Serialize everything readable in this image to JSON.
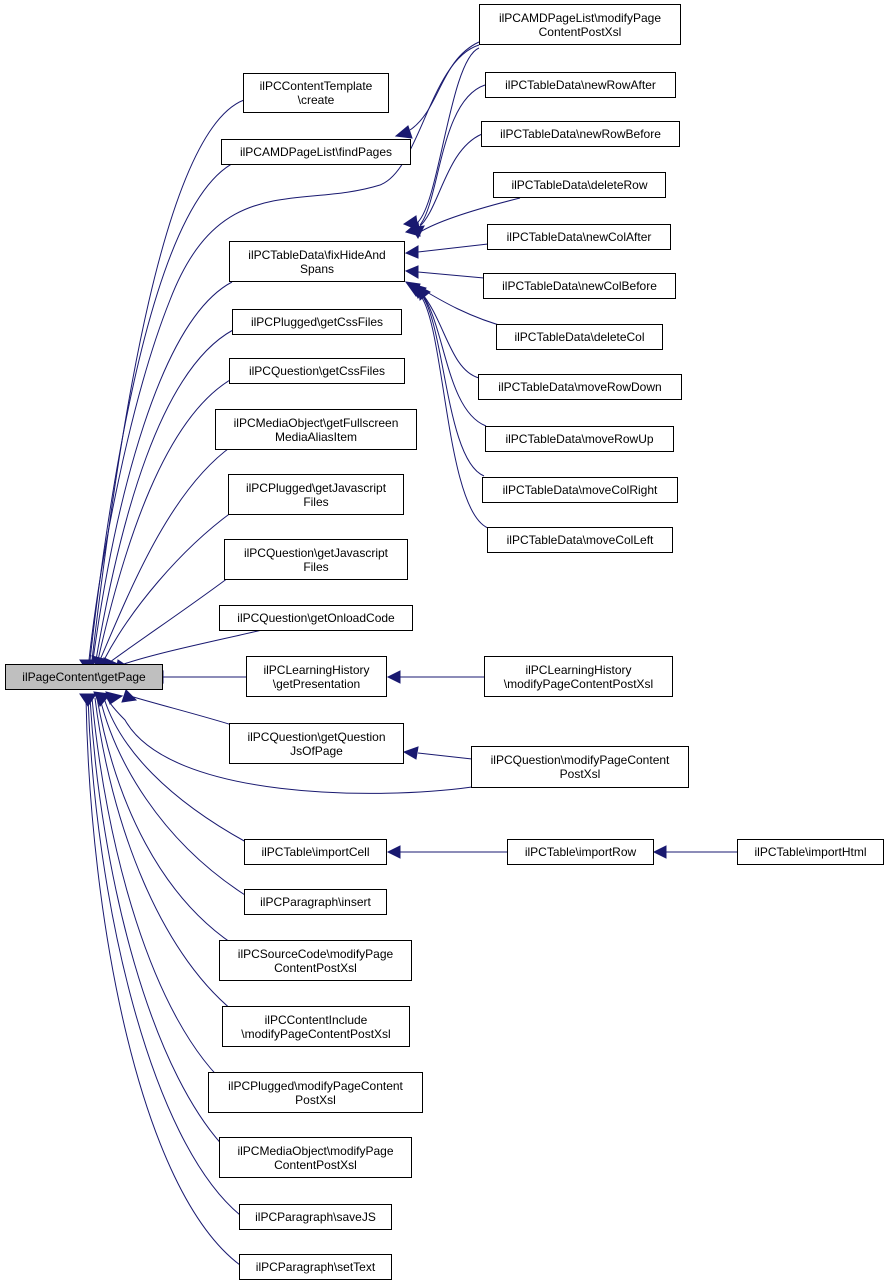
{
  "diagram": {
    "type": "call-graph",
    "edge_color": "#191970",
    "root_fill": "#bfbfbf",
    "nodes": {
      "root": "ilPageContent\\getPage",
      "ct_create": "ilPCContentTemplate\n\\create",
      "amd_find": "ilPCAMDPageList\\findPages",
      "fixhide": "ilPCTableData\\fixHideAnd\nSpans",
      "plugged_css": "ilPCPlugged\\getCssFiles",
      "question_css": "ilPCQuestion\\getCssFiles",
      "media_full": "ilPCMediaObject\\getFullscreen\nMediaAliasItem",
      "plugged_js": "ilPCPlugged\\getJavascript\nFiles",
      "question_js": "ilPCQuestion\\getJavascript\nFiles",
      "question_onload": "ilPCQuestion\\getOnloadCode",
      "lh_getpres": "ilPCLearningHistory\n\\getPresentation",
      "question_jsofpage": "ilPCQuestion\\getQuestion\nJsOfPage",
      "table_importcell": "ilPCTable\\importCell",
      "para_insert": "ilPCParagraph\\insert",
      "source_modify": "ilPCSourceCode\\modifyPage\nContentPostXsl",
      "ci_modify": "ilPCContentInclude\n\\modifyPageContentPostXsl",
      "plugged_modify": "ilPCPlugged\\modifyPageContent\nPostXsl",
      "media_modify": "ilPCMediaObject\\modifyPage\nContentPostXsl",
      "para_savejs": "ilPCParagraph\\saveJS",
      "para_settext": "ilPCParagraph\\setText",
      "amd_modify": "ilPCAMDPageList\\modifyPage\nContentPostXsl",
      "td_newrowafter": "ilPCTableData\\newRowAfter",
      "td_newrowbefore": "ilPCTableData\\newRowBefore",
      "td_deleterow": "ilPCTableData\\deleteRow",
      "td_newcolafter": "ilPCTableData\\newColAfter",
      "td_newcolbefore": "ilPCTableData\\newColBefore",
      "td_deletecol": "ilPCTableData\\deleteCol",
      "td_moverowdown": "ilPCTableData\\moveRowDown",
      "td_moverowup": "ilPCTableData\\moveRowUp",
      "td_movecolright": "ilPCTableData\\moveColRight",
      "td_movecolleft": "ilPCTableData\\moveColLeft",
      "lh_modify": "ilPCLearningHistory\n\\modifyPageContentPostXsl",
      "question_modify": "ilPCQuestion\\modifyPageContent\nPostXsl",
      "table_importrow": "ilPCTable\\importRow",
      "table_importhtml": "ilPCTable\\importHtml"
    }
  }
}
